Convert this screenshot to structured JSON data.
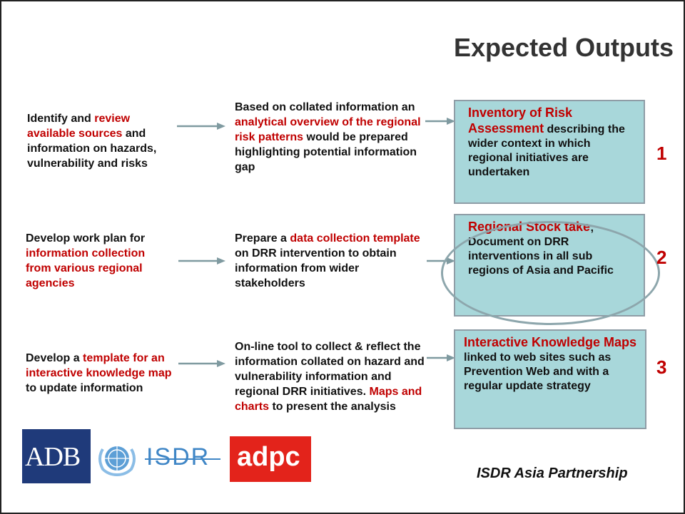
{
  "title": "Expected Outputs",
  "rows": [
    {
      "step1": {
        "a": "Identify and ",
        "b": "review available sources",
        "c": " and information on hazards, vulnerability and risks"
      },
      "step2": {
        "a": "Based on collated information an ",
        "b": "analytical overview of the regional risk patterns",
        "c": " would be prepared highlighting potential information gap"
      },
      "output": {
        "head": "Inventory of Risk Assessment",
        "body": " describing the wider context in which regional initiatives are undertaken"
      },
      "number": "1"
    },
    {
      "step1": {
        "a": "Develop work plan for ",
        "b": "information collection from various regional agencies",
        "c": ""
      },
      "step2": {
        "a": "Prepare a ",
        "b": "data collection template",
        "c": " on DRR intervention to obtain information from wider stakeholders"
      },
      "output": {
        "head": "Regional Stock take",
        "body": "; Document on DRR interventions in all sub regions of Asia and Pacific"
      },
      "number": "2"
    },
    {
      "step1": {
        "a": "Develop a ",
        "b": "template for an interactive knowledge map",
        "c": " to update information"
      },
      "step2": {
        "a": "On-line tool to collect & reflect the information collated on hazard and vulnerability information and regional DRR initiatives. ",
        "b": "Maps and charts",
        "c": " to present the analysis"
      },
      "output": {
        "head": "Interactive Knowledge Maps",
        "body": " linked to web sites such as Prevention Web and with a regular update strategy"
      },
      "number": "3"
    }
  ],
  "logos": {
    "adb": "ADB",
    "isdr": "ISDR",
    "adpc": "adpc"
  },
  "footer": "ISDR Asia Partnership",
  "colors": {
    "accent_red": "#c00000",
    "box_fill": "#a8d7da",
    "logo_blue": "#1f3a7a"
  }
}
